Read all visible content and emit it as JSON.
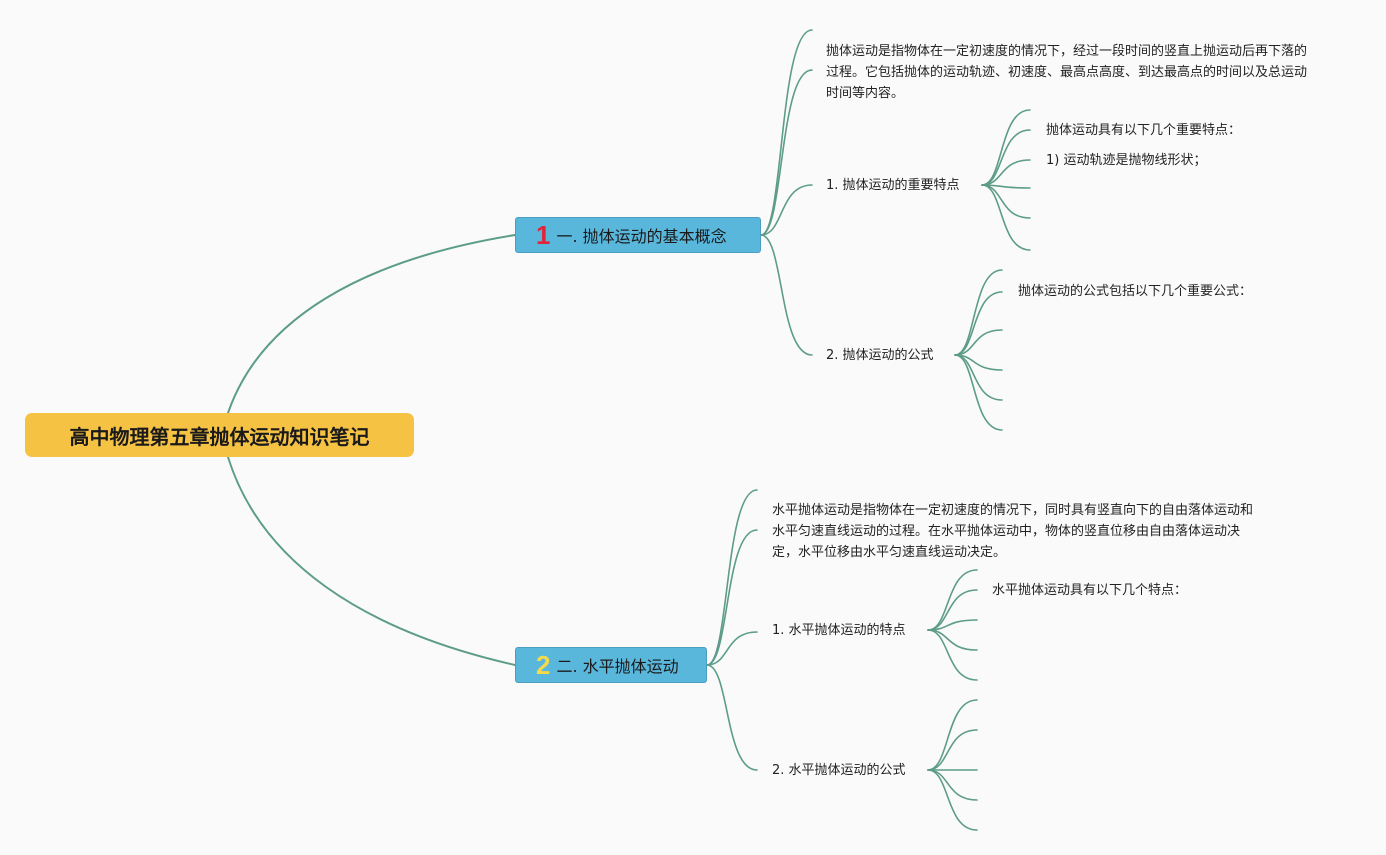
{
  "root": {
    "title": "高中物理第五章抛体运动知识笔记"
  },
  "branches": [
    {
      "number": "1",
      "label": "一. 抛体运动的基本概念",
      "description": "抛体运动是指物体在一定初速度的情况下，经过一段时间的竖直上抛运动后再下落的过程。它包括抛体的运动轨迹、初速度、最高点高度、到达最高点的时间以及总运动时间等内容。",
      "subtopics": [
        {
          "label": "1. 抛体运动的重要特点",
          "children": [
            "抛体运动具有以下几个重要特点：",
            "1) 运动轨迹是抛物线形状；"
          ]
        },
        {
          "label": "2. 抛体运动的公式",
          "children": [
            "抛体运动的公式包括以下几个重要公式："
          ]
        }
      ]
    },
    {
      "number": "2",
      "label": "二. 水平抛体运动",
      "description": "水平抛体运动是指物体在一定初速度的情况下，同时具有竖直向下的自由落体运动和水平匀速直线运动的过程。在水平抛体运动中，物体的竖直位移由自由落体运动决定，水平位移由水平匀速直线运动决定。",
      "subtopics": [
        {
          "label": "1. 水平抛体运动的特点",
          "children": [
            "水平抛体运动具有以下几个特点："
          ]
        },
        {
          "label": "2. 水平抛体运动的公式",
          "children": []
        }
      ]
    }
  ],
  "colors": {
    "connector": "#5c9c88",
    "root_fill": "#f6c243",
    "branch_fill": "#5ab7dc",
    "number_1": "#e0253b",
    "number_2": "#f5d94a"
  }
}
